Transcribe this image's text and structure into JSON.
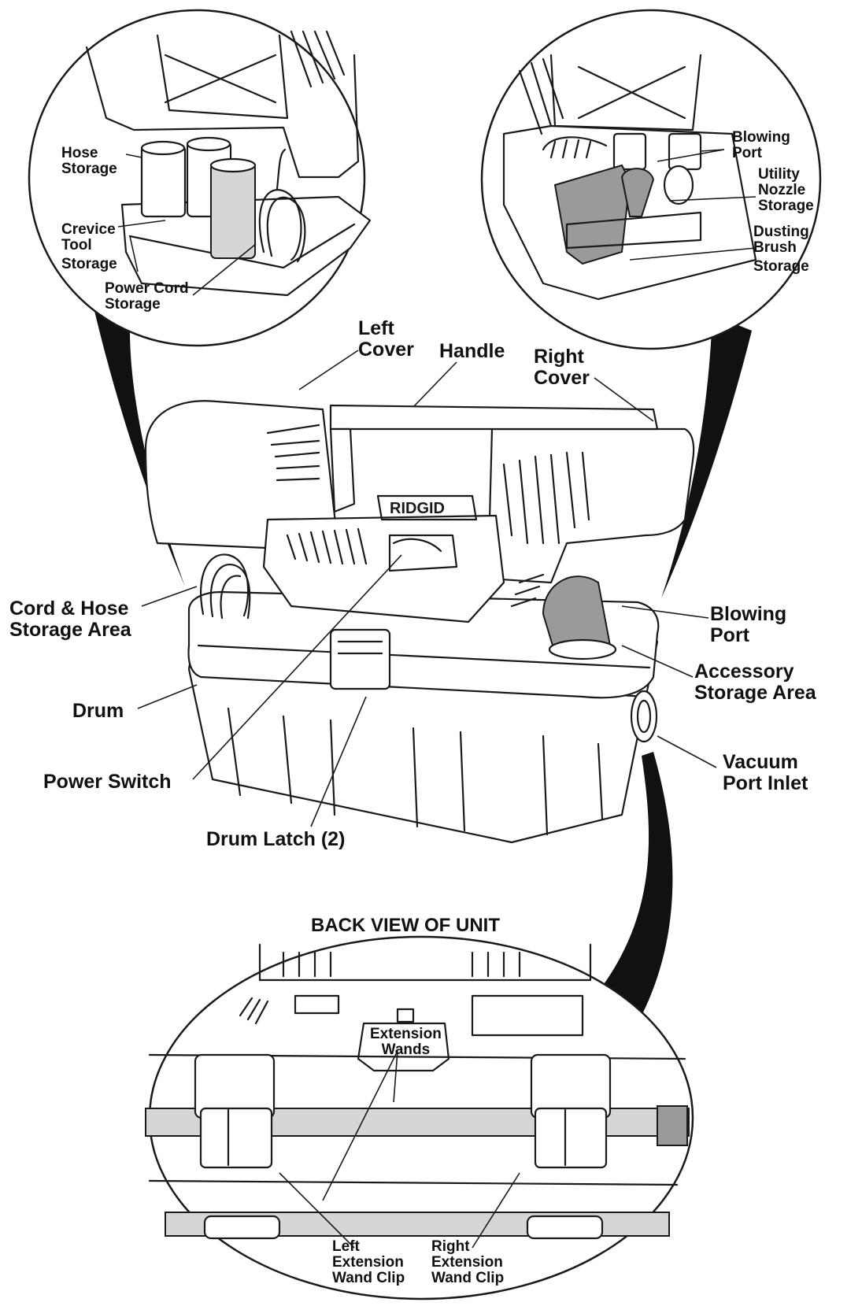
{
  "top_left_inset": {
    "hose_storage": [
      "Hose",
      "Storage"
    ],
    "crevice_tool_storage": [
      "Crevice",
      "Tool",
      "Storage"
    ],
    "power_cord_storage": [
      "Power Cord",
      "Storage"
    ]
  },
  "top_right_inset": {
    "blowing_port": [
      "Blowing",
      "Port"
    ],
    "utility_nozzle_storage": [
      "Utility",
      "Nozzle",
      "Storage"
    ],
    "dusting_brush_storage": [
      "Dusting",
      "Brush",
      "Storage"
    ]
  },
  "main_unit": {
    "brand_text": "RIDGID",
    "left_cover": [
      "Left",
      "Cover"
    ],
    "handle": "Handle",
    "right_cover": [
      "Right",
      "Cover"
    ],
    "cord_hose_storage_area": [
      "Cord & Hose",
      "Storage Area"
    ],
    "blowing_port": [
      "Blowing",
      "Port"
    ],
    "accessory_storage_area": [
      "Accessory",
      "Storage Area"
    ],
    "drum": "Drum",
    "vacuum_port_inlet": [
      "Vacuum",
      "Port Inlet"
    ],
    "power_switch": "Power Switch",
    "drum_latch": "Drum Latch (2)"
  },
  "back_view": {
    "title": "BACK VIEW OF UNIT",
    "extension_wands": [
      "Extension",
      "Wands"
    ],
    "left_extension_wand_clip": [
      "Left",
      "Extension",
      "Wand Clip"
    ],
    "right_extension_wand_clip": [
      "Right",
      "Extension",
      "Wand Clip"
    ]
  }
}
